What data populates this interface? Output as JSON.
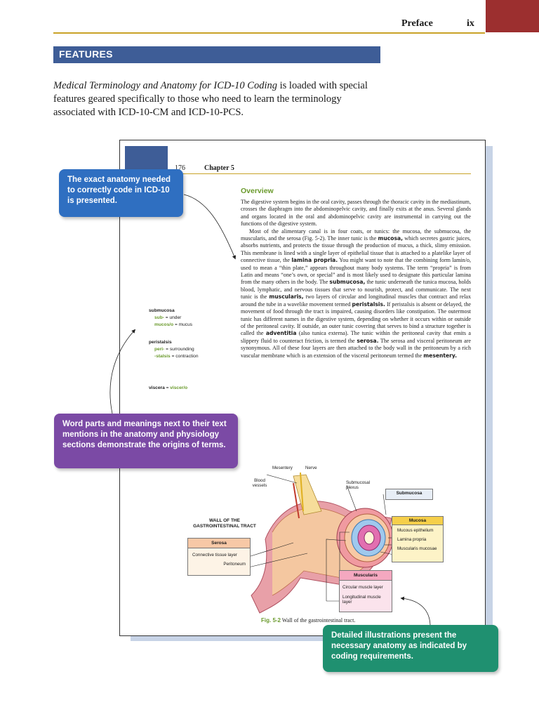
{
  "header": {
    "section": "Preface",
    "page_number": "ix"
  },
  "features": {
    "title": "FEATURES",
    "intro_title": "Medical Terminology and Anatomy for ICD-10 Coding",
    "intro_rest": " is loaded with special features geared specifically to those who need to learn the terminology associated with ICD-10-CM and ICD-10-PCS."
  },
  "sample_page": {
    "page_number": "176",
    "chapter": "Chapter 5",
    "heading": "Overview",
    "p1": "The digestive system begins in the oral cavity, passes through the thoracic cavity in the mediastinum, crosses the diaphragm into the abdominopelvic cavity, and finally exits at the anus. Several glands and organs located in the oral and abdominopelvic cavity are instrumental in carrying out the functions of the digestive system.",
    "p2_segments": [
      {
        "t": "Most of the alimentary canal is in four coats, or tunics: the mucosa, the submucosa, the muscularis, and the serosa (Fig. 5-2). The inner tunic is the "
      },
      {
        "t": "mucosa,",
        "b": true
      },
      {
        "t": " which secretes gastric juices, absorbs nutrients, and protects the tissue through the production of mucus, a thick, slimy emission. This membrane is lined with a single layer of epithelial tissue that is attached to a platelike layer of connective tissue, the "
      },
      {
        "t": "lamina propria.",
        "b": true
      },
      {
        "t": " You might want to note that the combining form lamin/o, used to mean a “thin plate,” appears throughout many body systems. The term “propria” is from Latin and means “one’s own, or special” and is most likely used to designate this particular lamina from the many others in the body. The "
      },
      {
        "t": "submucosa,",
        "b": true
      },
      {
        "t": " the tunic underneath the tunica mucosa, holds blood, lymphatic, and nervous tissues that serve to nourish, protect, and communicate. The next tunic is the "
      },
      {
        "t": "muscularis,",
        "b": true
      },
      {
        "t": " two layers of circular and longitudinal muscles that contract and relax around the tube in a wavelike movement termed "
      },
      {
        "t": "peristalsis.",
        "b": true
      },
      {
        "t": " If peristalsis is absent or delayed, the movement of food through the tract is impaired, causing disorders like constipation. The outermost tunic has different names in the digestive system, depending on whether it occurs within or outside of the peritoneal cavity. If outside, an outer tunic covering that serves to bind a structure together is called the "
      },
      {
        "t": "adventitia",
        "b": true
      },
      {
        "t": " (also tunica externa). The tunic within the peritoneal cavity that emits a slippery fluid to counteract friction, is termed the "
      },
      {
        "t": "serosa.",
        "b": true
      },
      {
        "t": " The serosa and visceral peritoneum are synonymous. All of these four layers are then attached to the body wall in the peritoneum by a rich vascular membrane which is an extension of the visceral peritoneum termed the "
      },
      {
        "t": "mesentery.",
        "b": true
      }
    ],
    "glossary": [
      {
        "term": "submucosa",
        "parts": [
          {
            "wp": "sub-",
            "meaning": "under"
          },
          {
            "wp": "mucos/o",
            "meaning": "mucus"
          }
        ]
      },
      {
        "term": "peristalsis",
        "parts": [
          {
            "wp": "peri-",
            "meaning": "surrounding"
          },
          {
            "wp": "-stalsis",
            "meaning": "contraction"
          }
        ]
      },
      {
        "term": "viscera",
        "parts": [
          {
            "wp": "viscer/o",
            "meaning": ""
          }
        ]
      }
    ]
  },
  "figure": {
    "title": "WALL OF THE GASTROINTESTINAL TRACT",
    "labels": {
      "mesentery": "Mesentery",
      "nerve": "Nerve",
      "blood_vessels": "Blood vessels",
      "submucosal_plexus": "Submucosal plexus"
    },
    "submucosa_box": "Submucosa",
    "mucosa": {
      "title": "Mucosa",
      "items": [
        "Mucous epithelium",
        "Lamina propria",
        "Muscularis mucosae"
      ]
    },
    "serosa": {
      "title": "Serosa",
      "items": [
        "Connective tissue layer",
        "Peritoneum"
      ]
    },
    "muscularis": {
      "title": "Muscularis",
      "items": [
        "Circular muscle layer",
        "Longitudinal muscle layer"
      ]
    },
    "caption_label": "Fig. 5-2",
    "caption_text": "Wall of the gastrointestinal tract."
  },
  "callouts": {
    "anatomy": "The exact anatomy needed to correctly code in ICD-10 is presented.",
    "word_parts": "Word parts and meanings next to their text mentions in the anatomy and physiology sections demonstrate the origins of terms.",
    "illustrations": "Detailed illustrations present the necessary anatomy as indicated by coding requirements."
  },
  "colors": {
    "banner": "#3e5d97",
    "accent_gold": "#c9a227",
    "header_block": "#9c2f2f",
    "callout_blue": "#2f6fc1",
    "callout_purple": "#7b4aa5",
    "callout_green": "#1f9070",
    "term_green": "#6a9a2c"
  }
}
